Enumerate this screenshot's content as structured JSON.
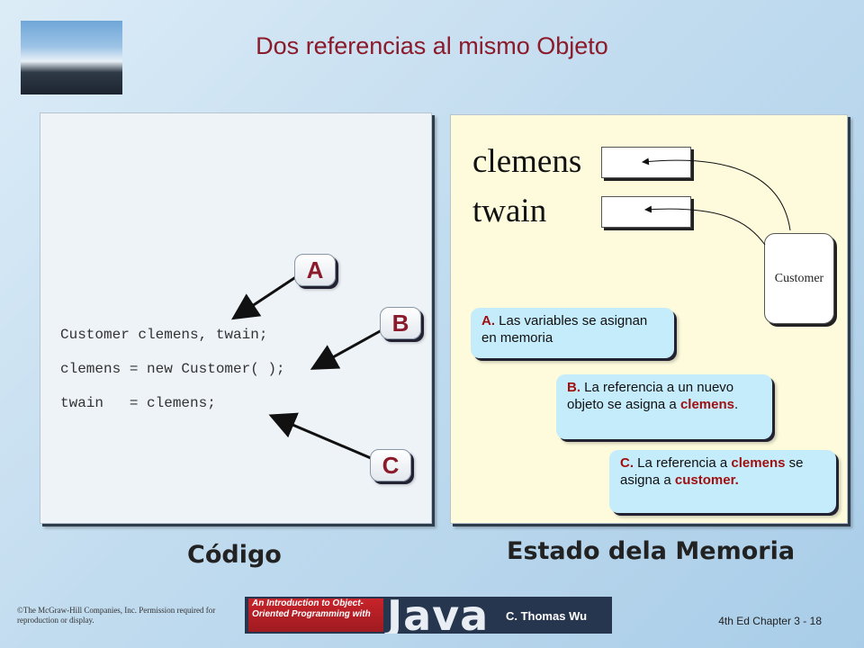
{
  "slide": {
    "title": "Dos referencias al mismo Objeto"
  },
  "code": {
    "lines": [
      "Customer clemens, twain;",
      "clemens = new Customer( );",
      "twain   = clemens;"
    ],
    "badges": [
      "A",
      "B",
      "C"
    ],
    "caption": "Código"
  },
  "memory": {
    "var_clemens": "clemens",
    "var_twain": "twain",
    "object_label": "Customer",
    "caption": "Estado dela Memoria",
    "callout_a": {
      "tag": "A.",
      "text": "Las variables se asignan en memoria"
    },
    "callout_b": {
      "tag": "B.",
      "text1": "La referencia a un nuevo objeto se asigna a",
      "var": "clemens",
      "end": "."
    },
    "callout_c": {
      "tag": "C.",
      "text1": "La referencia a",
      "var1": "clemens",
      "text2": "se asigna a",
      "var2": "customer."
    }
  },
  "footer": {
    "copyright": "©The McGraw-Hill Companies, Inc. Permission required for reproduction or display.",
    "banner_left": "An Introduction to Object-Oriented Programming with",
    "banner_java": "Java",
    "banner_author": "C. Thomas Wu",
    "chapter_label": "4th Ed Chapter 3 - 18"
  },
  "colors": {
    "title": "#8b1a2a",
    "highlight": "#a01010",
    "callout_bg": "#c5ecfb",
    "memory_panel_bg": "#fdfbdc"
  }
}
